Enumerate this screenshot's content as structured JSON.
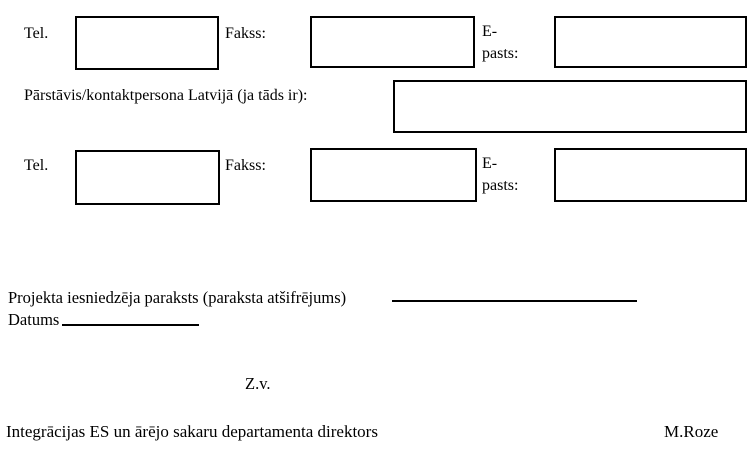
{
  "document": {
    "language": "lv",
    "background_color": "#ffffff",
    "text_color": "#000000",
    "border_color": "#000000"
  },
  "contact_rows": [
    {
      "id": "applicant-contact",
      "tel_label": "Tel.",
      "tel_value": "",
      "fax_label": "Fakss:",
      "fax_value": "",
      "email_label_line1": "E-",
      "email_label_line2": "pasts:",
      "email_value": ""
    },
    {
      "id": "representative-contact",
      "tel_label": "Tel.",
      "tel_value": "",
      "fax_label": "Fakss:",
      "fax_value": "",
      "email_label_line1": "E-",
      "email_label_line2": "pasts:",
      "email_value": ""
    }
  ],
  "representative": {
    "label": "Pārstāvis/kontaktpersona Latvijā (ja tāds ir):",
    "value": ""
  },
  "signature": {
    "line_label": "Projekta iesniedzēja paraksts (paraksta atšifrējums)",
    "line_value": "",
    "date_label": "Datums",
    "date_value": "",
    "seal_label": "Z.v."
  },
  "footer": {
    "title": "Integrācijas ES un ārējo sakaru departamenta direktors",
    "name": "M.Roze"
  }
}
